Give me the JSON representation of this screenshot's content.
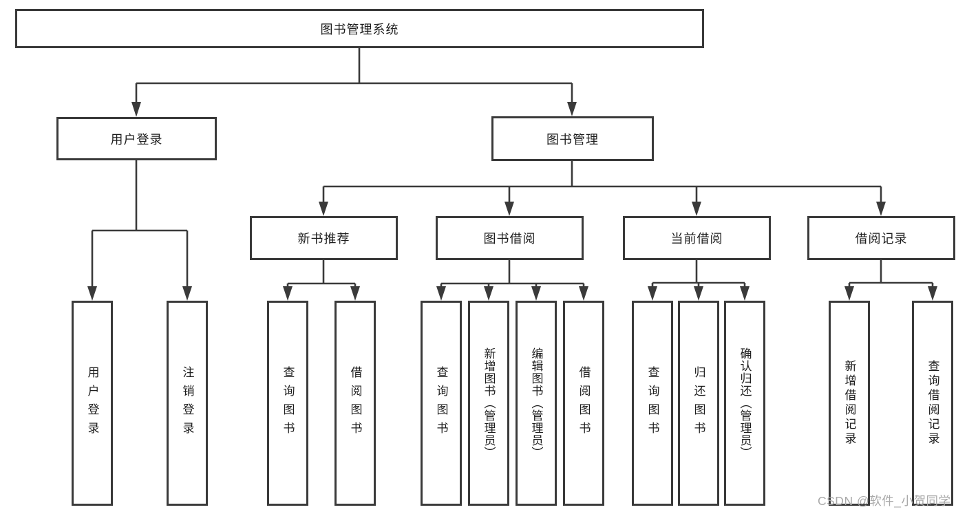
{
  "nodes": {
    "root": "图书管理系统",
    "user_login": "用户登录",
    "book_mgmt": "图书管理",
    "new_book_rec": "新书推荐",
    "book_borrow": "图书借阅",
    "current_borrow": "当前借阅",
    "borrow_records": "借阅记录",
    "leaf_user_login": "用户登录",
    "leaf_logout": "注销登录",
    "leaf_query_book_1": "查询图书",
    "leaf_borrow_book_1": "借阅图书",
    "leaf_query_book_2": "查询图书",
    "leaf_add_book_admin": "新增图书（管理员）",
    "leaf_edit_book_admin": "编辑图书（管理员）",
    "leaf_borrow_book_2": "借阅图书",
    "leaf_query_book_3": "查询图书",
    "leaf_return_book": "归还图书",
    "leaf_confirm_return_admin": "确认归还（管理员）",
    "leaf_add_borrow_record": "新增借阅记录",
    "leaf_query_borrow_record": "查询借阅记录"
  },
  "colors": {
    "line": "#3a3a3a",
    "text": "#1d1d1d",
    "watermark": "#a9a9a9"
  },
  "watermark": "CSDN @软件_小贺同学"
}
